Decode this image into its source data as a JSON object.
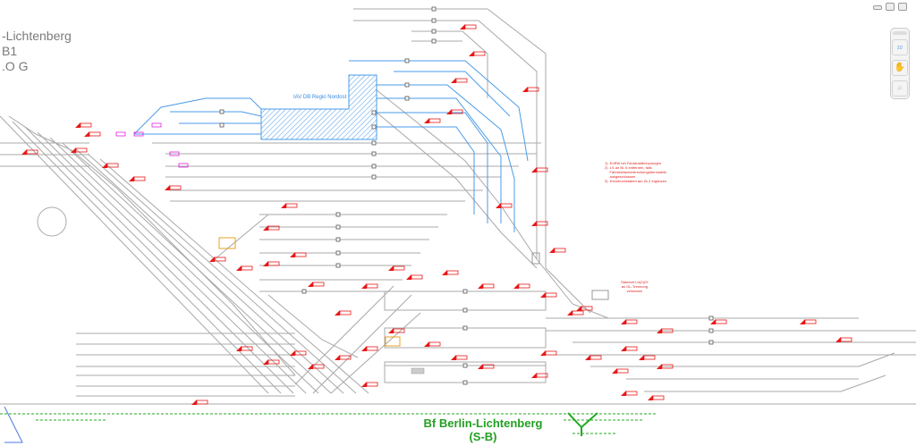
{
  "window": {
    "controls": [
      "minimize",
      "restore",
      "close"
    ]
  },
  "title_block": {
    "line1": "-Lichtenberg",
    "line2": "B1",
    "line3": ".O G"
  },
  "nav_widget": {
    "tools": [
      {
        "icon": "orbit-3d-icon",
        "label": "3D"
      },
      {
        "icon": "pan-hand-icon",
        "label": ""
      },
      {
        "icon": "zoom-window-icon",
        "label": ""
      }
    ]
  },
  "labels": {
    "depot": "IAV DB Regio Nordost",
    "station": "Bf Berlin-Lichtenberg",
    "station_sub": "(S-B)"
  },
  "notes": {
    "list": "1)  EnRW bei Fahrdrahtkreuzungen\n2)  LS an Bl. 6 entfernen, falls\n     Fahrdrahtunterbrechungstrennstelle\n     ausgeschlossen\n3)  Kennbuchstaben am Zs 2 ergänzen",
    "standort": "Standort Ltr(2)2X\nan OL-Trennung\nversetzen"
  },
  "colors": {
    "track": "#a8a8a8",
    "catenary_blue": "#4a9be8",
    "signal_red": "#e81818",
    "magenta": "#e020e0",
    "green": "#22aa22",
    "orange": "#e8a020",
    "text_gray": "#7a7a7a"
  }
}
